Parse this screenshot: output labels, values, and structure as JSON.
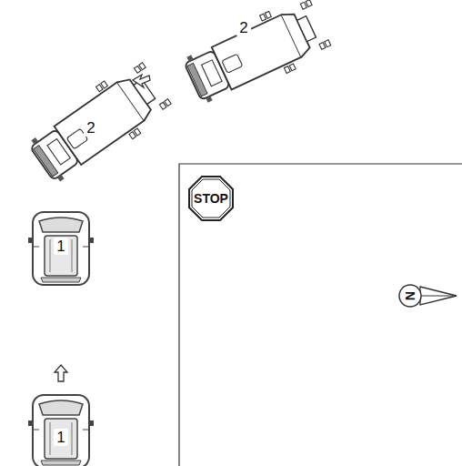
{
  "diagram": {
    "labels": [
      "2",
      "2",
      "1",
      "1",
      "STOP",
      "N"
    ]
  }
}
